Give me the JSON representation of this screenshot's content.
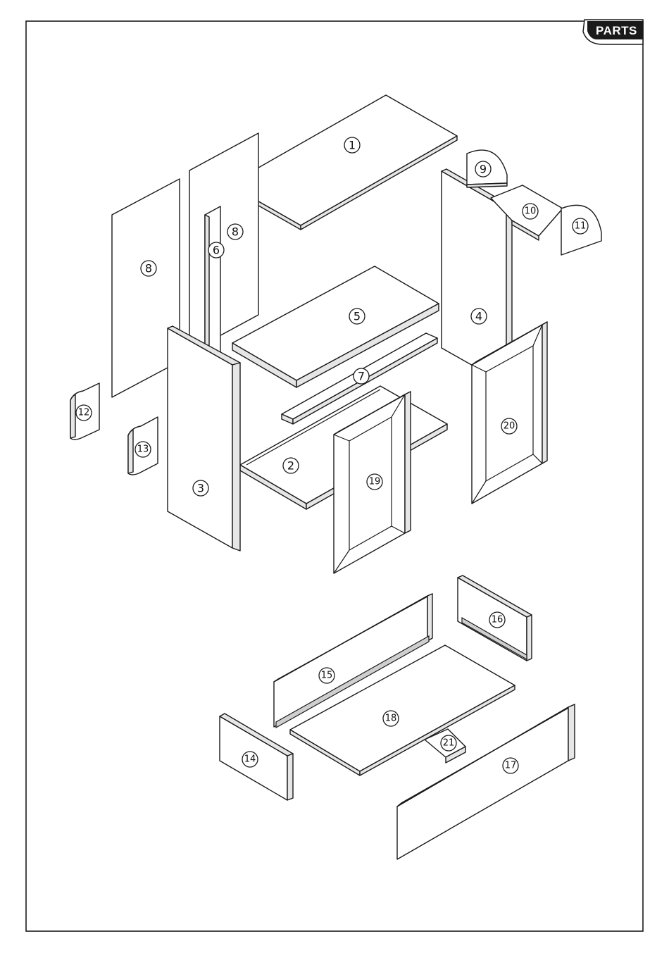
{
  "header": {
    "tab_label": "PARTS"
  },
  "parts": [
    {
      "id": "part-1",
      "label": "1"
    },
    {
      "id": "part-2",
      "label": "2"
    },
    {
      "id": "part-3",
      "label": "3"
    },
    {
      "id": "part-4",
      "label": "4"
    },
    {
      "id": "part-5",
      "label": "5"
    },
    {
      "id": "part-6",
      "label": "6"
    },
    {
      "id": "part-7",
      "label": "7"
    },
    {
      "id": "part-8a",
      "label": "8"
    },
    {
      "id": "part-8b",
      "label": "8"
    },
    {
      "id": "part-9",
      "label": "9"
    },
    {
      "id": "part-10",
      "label": "10"
    },
    {
      "id": "part-11",
      "label": "11"
    },
    {
      "id": "part-12",
      "label": "12"
    },
    {
      "id": "part-13",
      "label": "13"
    },
    {
      "id": "part-14",
      "label": "14"
    },
    {
      "id": "part-15",
      "label": "15"
    },
    {
      "id": "part-16",
      "label": "16"
    },
    {
      "id": "part-17",
      "label": "17"
    },
    {
      "id": "part-18",
      "label": "18"
    },
    {
      "id": "part-19",
      "label": "19"
    },
    {
      "id": "part-20",
      "label": "20"
    },
    {
      "id": "part-21",
      "label": "21"
    }
  ]
}
